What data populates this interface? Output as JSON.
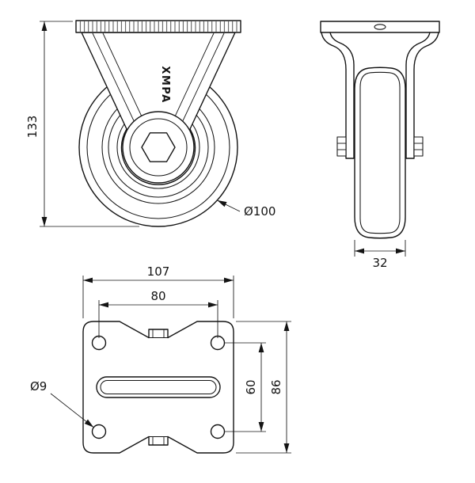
{
  "style": {
    "line_color": "#141414",
    "background": "#ffffff"
  },
  "views": {
    "front": {
      "dim_height": "133",
      "dim_wheel_diameter": "Ø100",
      "brand_mark": "XMPA"
    },
    "side": {
      "dim_wheel_width": "32"
    },
    "plan": {
      "dim_plate_width": "107",
      "dim_bolt_spacing_x": "80",
      "dim_bolt_spacing_y": "60",
      "dim_plate_depth": "86",
      "dim_hole_diameter": "Ø9"
    }
  }
}
